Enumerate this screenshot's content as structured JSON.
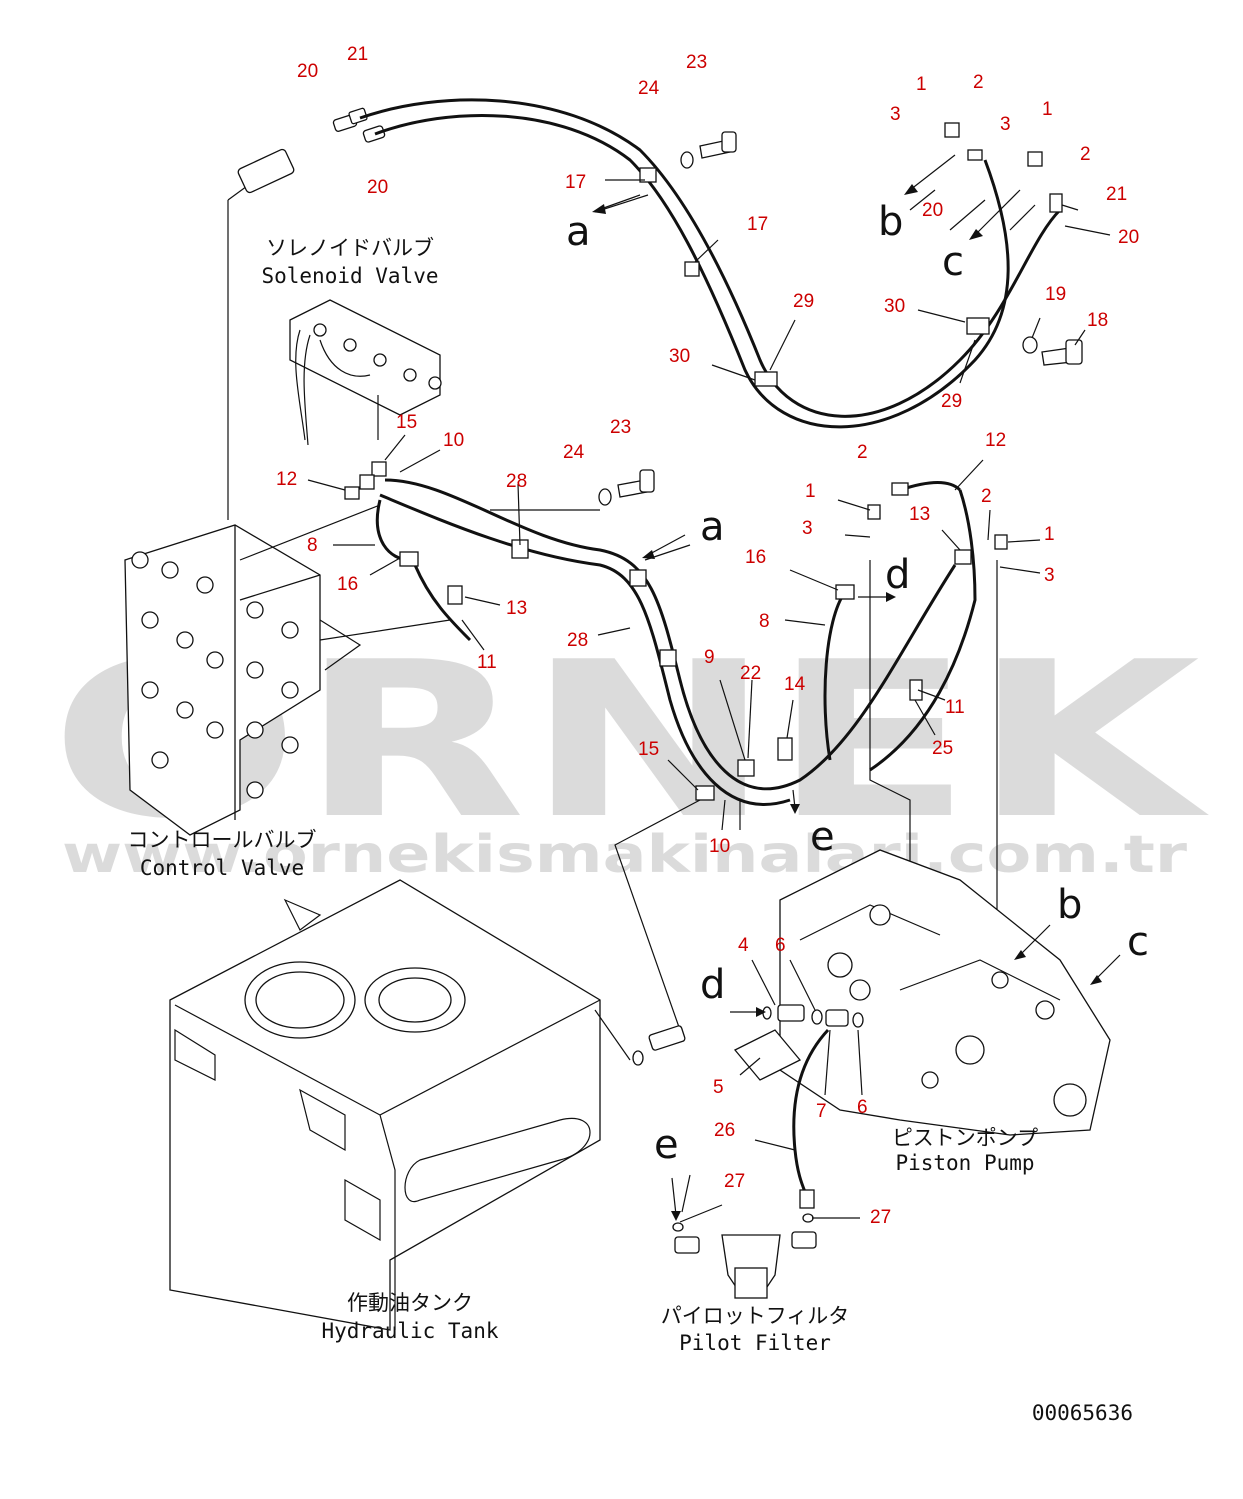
{
  "watermark": {
    "logo": "ÖRNEK",
    "url": "www.ornekismakinalari.com.tr"
  },
  "drawing_number": "00065636",
  "components": {
    "solenoid_valve": {
      "jp": "ソレノイドバルブ",
      "en": "Solenoid Valve"
    },
    "control_valve": {
      "jp": "コントロールバルブ",
      "en": "Control Valve"
    },
    "hydraulic_tank": {
      "jp": "作動油タンク",
      "en": "Hydraulic Tank"
    },
    "piston_pump": {
      "jp": "ピストンポンプ",
      "en": "Piston Pump"
    },
    "pilot_filter": {
      "jp": "パイロットフィルタ",
      "en": "Pilot Filter"
    }
  },
  "callouts": [
    {
      "id": "c20a",
      "text": "20"
    },
    {
      "id": "c21a",
      "text": "21"
    },
    {
      "id": "c20b",
      "text": "20"
    },
    {
      "id": "c23a",
      "text": "23"
    },
    {
      "id": "c24a",
      "text": "24"
    },
    {
      "id": "c17a",
      "text": "17"
    },
    {
      "id": "c17b",
      "text": "17"
    },
    {
      "id": "c1a",
      "text": "1"
    },
    {
      "id": "c2a",
      "text": "2"
    },
    {
      "id": "c3a",
      "text": "3"
    },
    {
      "id": "c3b",
      "text": "3"
    },
    {
      "id": "c1b",
      "text": "1"
    },
    {
      "id": "c2b",
      "text": "2"
    },
    {
      "id": "c21b",
      "text": "21"
    },
    {
      "id": "c20c",
      "text": "20"
    },
    {
      "id": "c20d",
      "text": "20"
    },
    {
      "id": "c29a",
      "text": "29"
    },
    {
      "id": "c30a",
      "text": "30"
    },
    {
      "id": "c30b",
      "text": "30"
    },
    {
      "id": "c19",
      "text": "19"
    },
    {
      "id": "c18",
      "text": "18"
    },
    {
      "id": "c29b",
      "text": "29"
    },
    {
      "id": "c15a",
      "text": "15"
    },
    {
      "id": "c10a",
      "text": "10"
    },
    {
      "id": "c12a",
      "text": "12"
    },
    {
      "id": "c23b",
      "text": "23"
    },
    {
      "id": "c24b",
      "text": "24"
    },
    {
      "id": "c28a",
      "text": "28"
    },
    {
      "id": "c8a",
      "text": "8"
    },
    {
      "id": "c16a",
      "text": "16"
    },
    {
      "id": "c13a",
      "text": "13"
    },
    {
      "id": "c11a",
      "text": "11"
    },
    {
      "id": "c28b",
      "text": "28"
    },
    {
      "id": "c2c",
      "text": "2"
    },
    {
      "id": "c12b",
      "text": "12"
    },
    {
      "id": "c1c",
      "text": "1"
    },
    {
      "id": "c3c",
      "text": "3"
    },
    {
      "id": "c13b",
      "text": "13"
    },
    {
      "id": "c2d",
      "text": "2"
    },
    {
      "id": "c1d",
      "text": "1"
    },
    {
      "id": "c3d",
      "text": "3"
    },
    {
      "id": "c16b",
      "text": "16"
    },
    {
      "id": "c8b",
      "text": "8"
    },
    {
      "id": "c9",
      "text": "9"
    },
    {
      "id": "c22",
      "text": "22"
    },
    {
      "id": "c14",
      "text": "14"
    },
    {
      "id": "c11b",
      "text": "11"
    },
    {
      "id": "c25",
      "text": "25"
    },
    {
      "id": "c15b",
      "text": "15"
    },
    {
      "id": "c10b",
      "text": "10"
    },
    {
      "id": "c4",
      "text": "4"
    },
    {
      "id": "c6a",
      "text": "6"
    },
    {
      "id": "c5",
      "text": "5"
    },
    {
      "id": "c7",
      "text": "7"
    },
    {
      "id": "c6b",
      "text": "6"
    },
    {
      "id": "c26",
      "text": "26"
    },
    {
      "id": "c27a",
      "text": "27"
    },
    {
      "id": "c27b",
      "text": "27"
    }
  ],
  "connection_letters": [
    {
      "id": "la1",
      "text": "a"
    },
    {
      "id": "lb1",
      "text": "b"
    },
    {
      "id": "lc1",
      "text": "c"
    },
    {
      "id": "la2",
      "text": "a"
    },
    {
      "id": "ld1",
      "text": "d"
    },
    {
      "id": "le1",
      "text": "e"
    },
    {
      "id": "lb2",
      "text": "b"
    },
    {
      "id": "lc2",
      "text": "c"
    },
    {
      "id": "ld2",
      "text": "d"
    },
    {
      "id": "le2",
      "text": "e"
    }
  ]
}
